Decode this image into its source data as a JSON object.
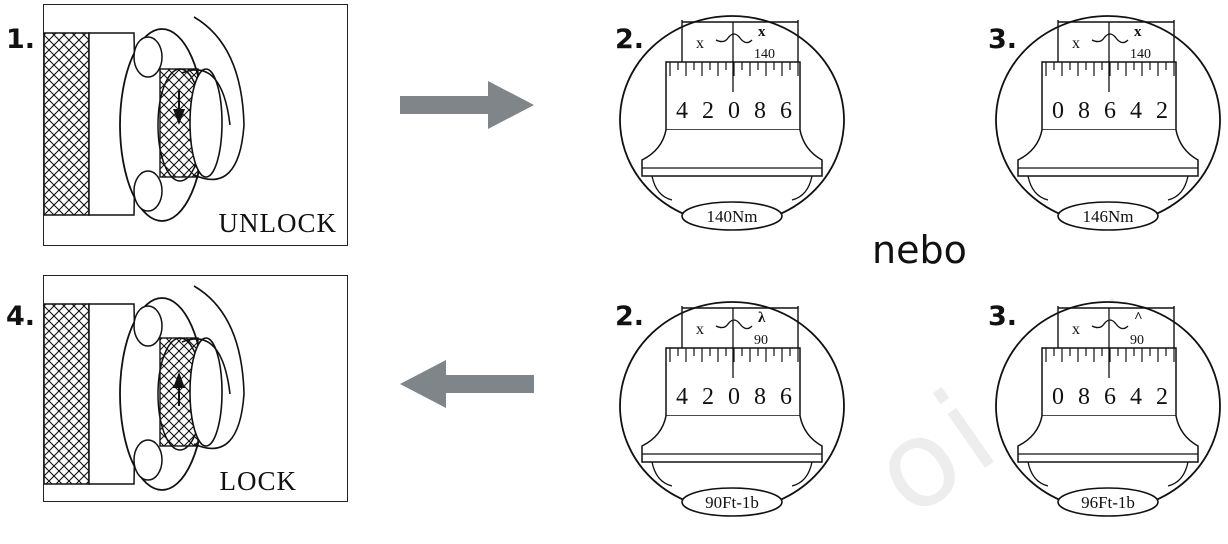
{
  "steps": {
    "unlock": {
      "number": "1.",
      "label": "UNLOCK"
    },
    "lock": {
      "number": "4.",
      "label": "LOCK"
    }
  },
  "or_text": "nebo",
  "dials": [
    {
      "number": "2.",
      "scale": [
        "4",
        "2",
        "0",
        "8",
        "6"
      ],
      "marker": "x",
      "top_mark": "x",
      "value": "140",
      "reading": "140Nm"
    },
    {
      "number": "3.",
      "scale": [
        "0",
        "8",
        "6",
        "4",
        "2"
      ],
      "marker": "x",
      "top_mark": "x",
      "value": "140",
      "reading": "146Nm"
    },
    {
      "number": "2.",
      "scale": [
        "4",
        "2",
        "0",
        "8",
        "6"
      ],
      "marker": "x",
      "top_mark": "λ",
      "value": "90",
      "reading": "90Ft-1b"
    },
    {
      "number": "3.",
      "scale": [
        "0",
        "8",
        "6",
        "4",
        "2"
      ],
      "marker": "x",
      "top_mark": "^",
      "value": "90",
      "reading": "96Ft-1b"
    }
  ],
  "colors": {
    "arrow": "#7f8588",
    "line": "#111111"
  },
  "icons": {
    "forward_arrow": "arrow-right-icon",
    "back_arrow": "arrow-left-icon"
  }
}
